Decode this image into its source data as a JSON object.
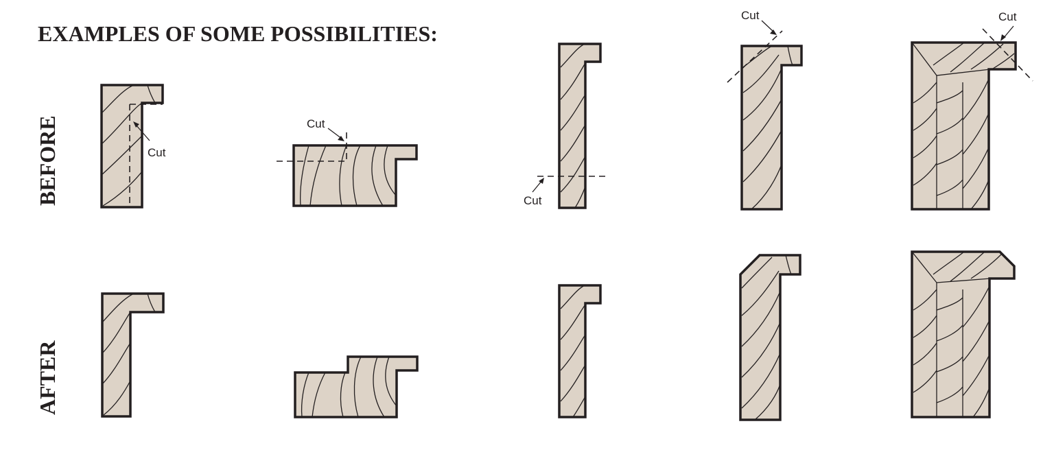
{
  "title": "EXAMPLES OF SOME POSSIBILITIES:",
  "row_labels": {
    "before": "BEFORE",
    "after": "AFTER"
  },
  "cut_label": "Cut",
  "colors": {
    "wood": "#ddd3c7",
    "ink": "#231f20",
    "background": "#ffffff"
  },
  "examples": [
    {
      "id": "profile-1",
      "before_cut_count": 1,
      "after_shown": true
    },
    {
      "id": "profile-2",
      "before_cut_count": 1,
      "after_shown": true
    },
    {
      "id": "profile-3",
      "before_cut_count": 1,
      "after_shown": true
    },
    {
      "id": "profile-4",
      "before_cut_count": 1,
      "after_shown": true
    },
    {
      "id": "profile-5",
      "before_cut_count": 1,
      "after_shown": true
    }
  ]
}
